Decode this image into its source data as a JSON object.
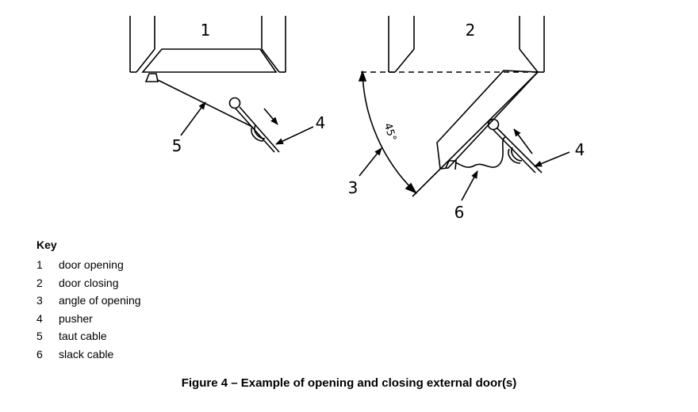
{
  "callouts": {
    "panel1": "1",
    "panel2": "2",
    "pusher_left": "4",
    "pusher_right": "4",
    "taut_cable": "5",
    "angle": "3",
    "slack_cable": "6"
  },
  "angle_label": "45°",
  "key": {
    "title": "Key",
    "items": [
      {
        "num": "1",
        "text": "door opening"
      },
      {
        "num": "2",
        "text": "door closing"
      },
      {
        "num": "3",
        "text": "angle of opening"
      },
      {
        "num": "4",
        "text": "pusher"
      },
      {
        "num": "5",
        "text": "taut cable"
      },
      {
        "num": "6",
        "text": "slack cable"
      }
    ]
  },
  "caption": "Figure 4 – Example of opening and closing external door(s)"
}
